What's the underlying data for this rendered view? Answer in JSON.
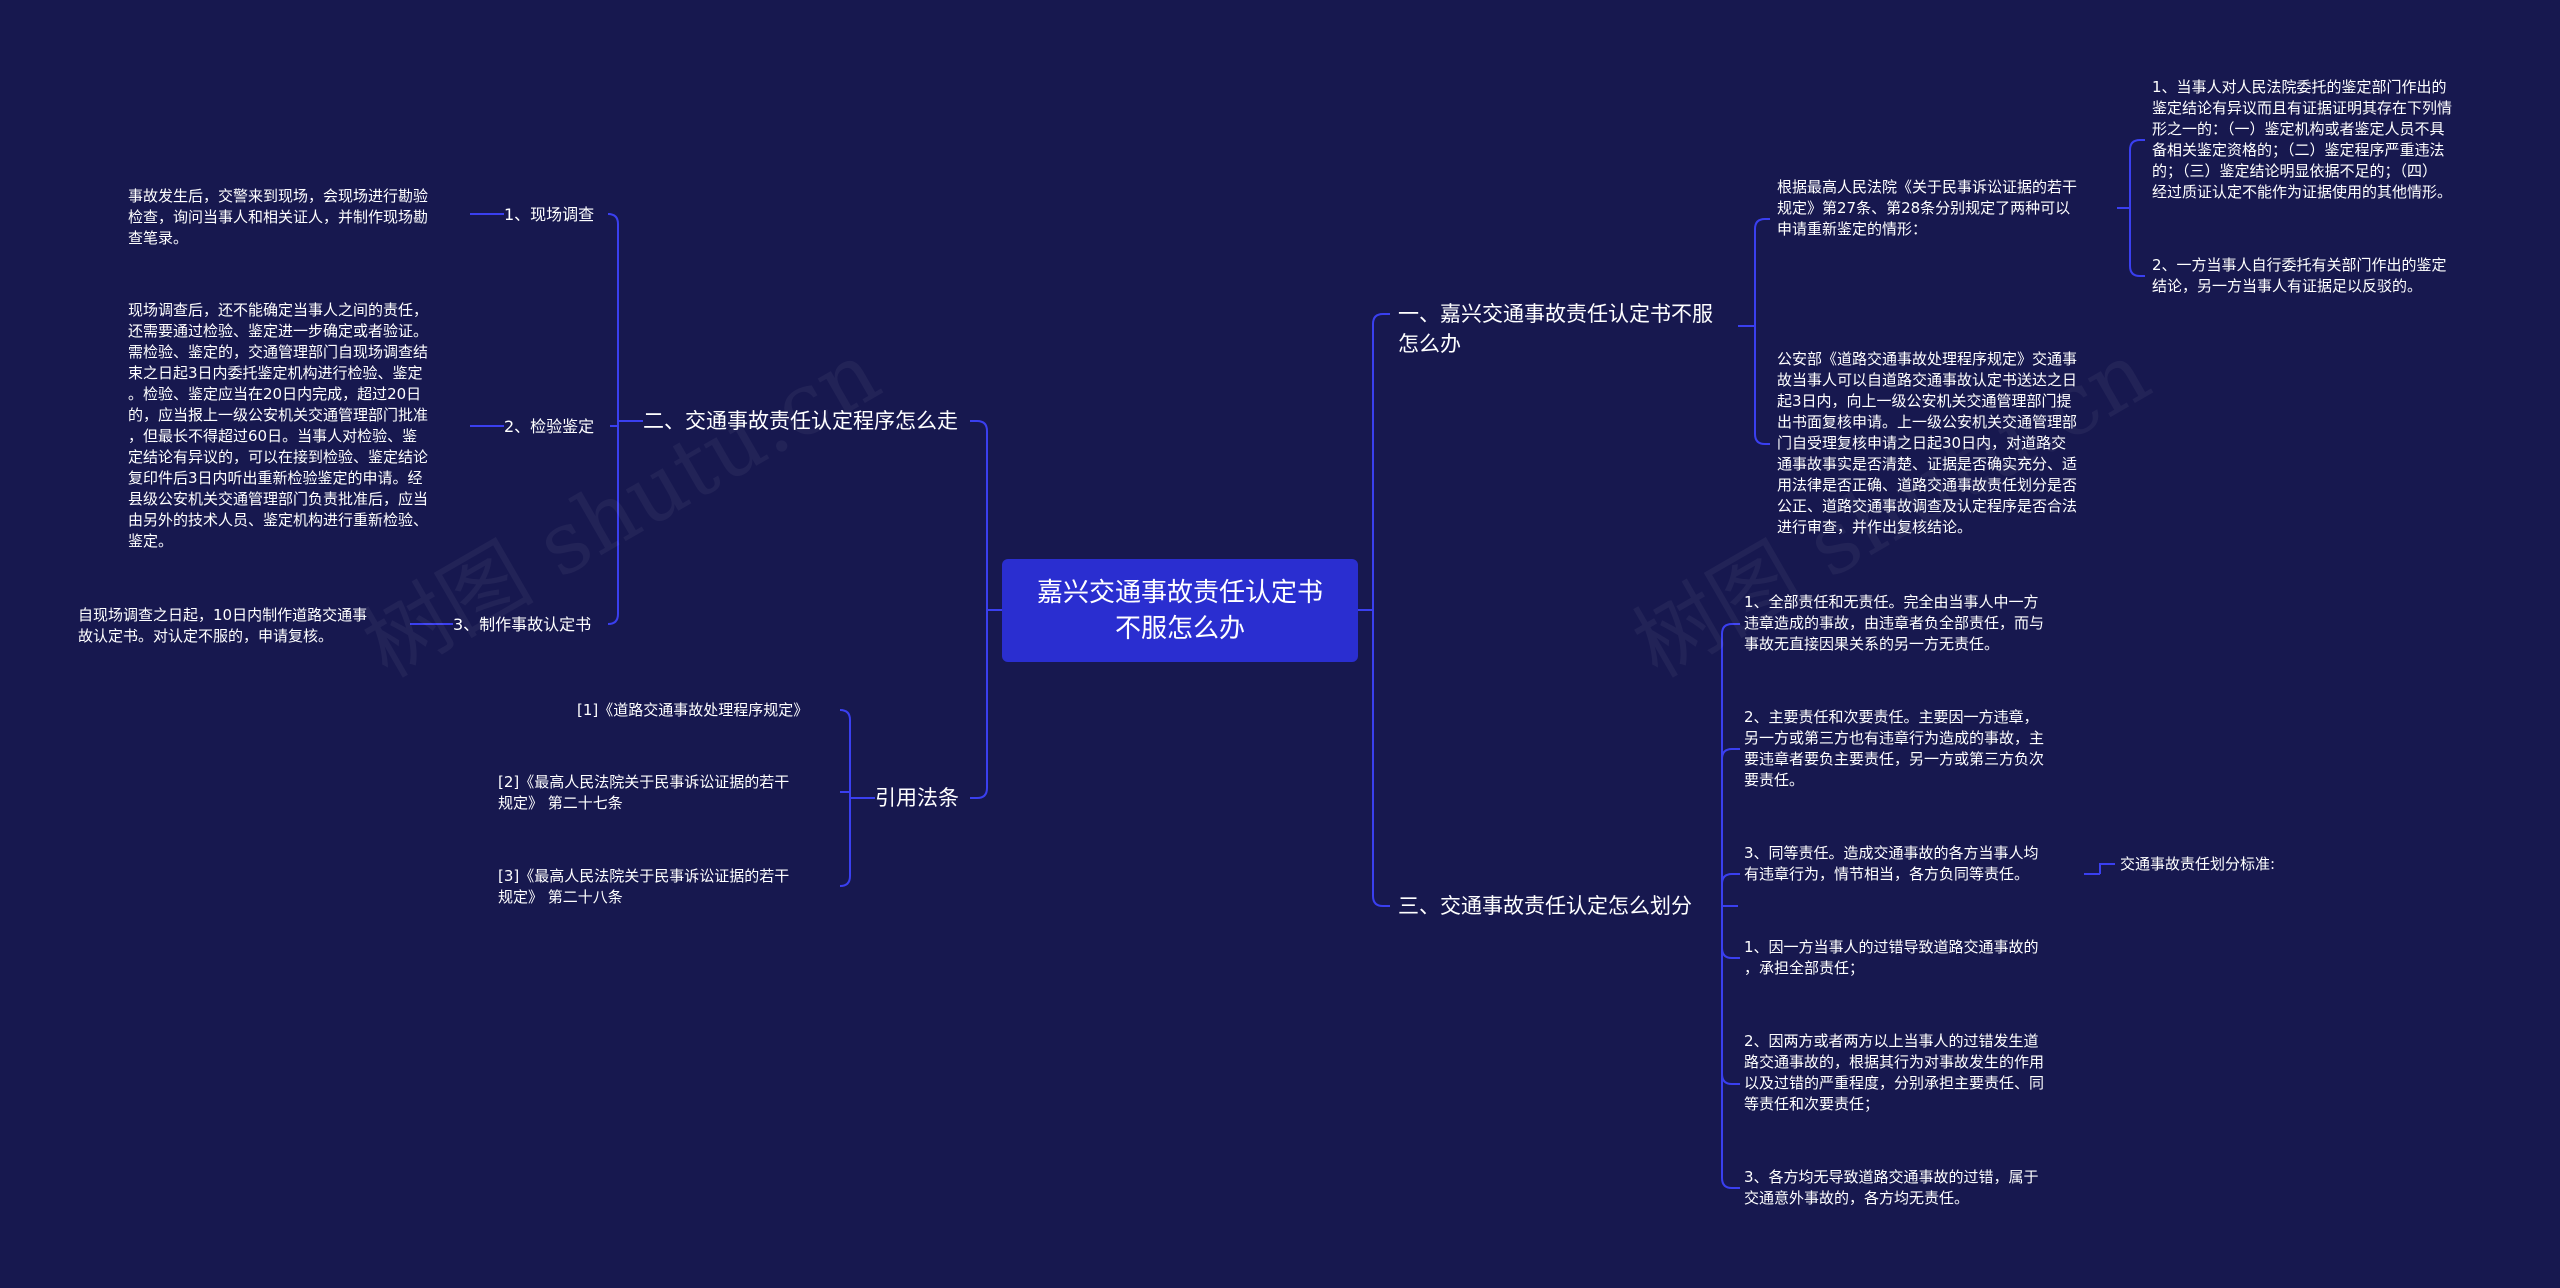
{
  "center": {
    "title": "嘉兴交通事故责任认定书\n不服怎么办"
  },
  "left": {
    "procedure": {
      "title": "二、交通事故责任认定程序怎么走",
      "items": [
        {
          "label": "1、现场调查",
          "text": "事故发生后，交警来到现场，会现场进行勘验\n检查，询问当事人和相关证人，并制作现场勘\n查笔录。"
        },
        {
          "label": "2、检验鉴定",
          "text": "现场调查后，还不能确定当事人之间的责任，\n还需要通过检验、鉴定进一步确定或者验证。\n需检验、鉴定的，交通管理部门自现场调查结\n束之日起3日内委托鉴定机构进行检验、鉴定\n。检验、鉴定应当在20日内完成，超过20日\n的，应当报上一级公安机关交通管理部门批准\n，但最长不得超过60日。当事人对检验、鉴\n定结论有异议的，可以在接到检验、鉴定结论\n复印件后3日内听出重新检验鉴定的申请。经\n县级公安机关交通管理部门负责批准后，应当\n由另外的技术人员、鉴定机构进行重新检验、\n鉴定。"
        },
        {
          "label": "3、制作事故认定书",
          "text": "自现场调查之日起，10日内制作道路交通事\n故认定书。对认定不服的，申请复核。"
        }
      ]
    },
    "citations": {
      "title": "引用法条",
      "items": [
        "[1]《道路交通事故处理程序规定》",
        "[2]《最高人民法院关于民事诉讼证据的若干\n规定》 第二十七条",
        "[3]《最高人民法院关于民事诉讼证据的若干\n规定》 第二十八条"
      ]
    }
  },
  "right": {
    "appeal": {
      "title": "一、嘉兴交通事故责任认定书不服\n怎么办",
      "items": [
        {
          "text": "根据最高人民法院《关于民事诉讼证据的若干\n规定》第27条、第28条分别规定了两种可以\n申请重新鉴定的情形：",
          "sub": [
            "1、当事人对人民法院委托的鉴定部门作出的\n鉴定结论有异议而且有证据证明其存在下列情\n形之一的：（一）鉴定机构或者鉴定人员不具\n备相关鉴定资格的；（二）鉴定程序严重违法\n的；（三）鉴定结论明显依据不足的；（四）\n经过质证认定不能作为证据使用的其他情形。",
            "2、一方当事人自行委托有关部门作出的鉴定\n结论，另一方当事人有证据足以反驳的。"
          ]
        },
        {
          "text": "公安部《道路交通事故处理程序规定》交通事\n故当事人可以自道路交通事故认定书送达之日\n起3日内，向上一级公安机关交通管理部门提\n出书面复核申请。上一级公安机关交通管理部\n门自受理复核申请之日起30日内，对道路交\n通事故事实是否清楚、证据是否确实充分、适\n用法律是否正确、道路交通事故责任划分是否\n公正、道路交通事故调查及认定程序是否合法\n进行审查，并作出复核结论。"
        }
      ]
    },
    "division": {
      "title": "三、交通事故责任认定怎么划分",
      "items": [
        "1、全部责任和无责任。完全由当事人中一方\n违章造成的事故，由违章者负全部责任，而与\n事故无直接因果关系的另一方无责任。",
        "2、主要责任和次要责任。主要因一方违章，\n另一方或第三方也有违章行为造成的事故，主\n要违章者要负主要责任，另一方或第三方负次\n要责任。",
        "3、同等责任。造成交通事故的各方当事人均\n有违章行为，情节相当，各方负同等责任。",
        "1、因一方当事人的过错导致道路交通事故的\n，承担全部责任；",
        "2、因两方或者两方以上当事人的过错发生道\n路交通事故的，根据其行为对事故发生的作用\n以及过错的严重程度，分别承担主要责任、同\n等责任和次要责任；",
        "3、各方均无导致道路交通事故的过错，属于\n交通意外事故的，各方均无责任。"
      ],
      "standard": "交通事故责任划分标准:"
    }
  },
  "colors": {
    "background": "#17184f",
    "center": "#2a2ed0",
    "line": "#3a3ff0",
    "text": "#ffffff"
  }
}
